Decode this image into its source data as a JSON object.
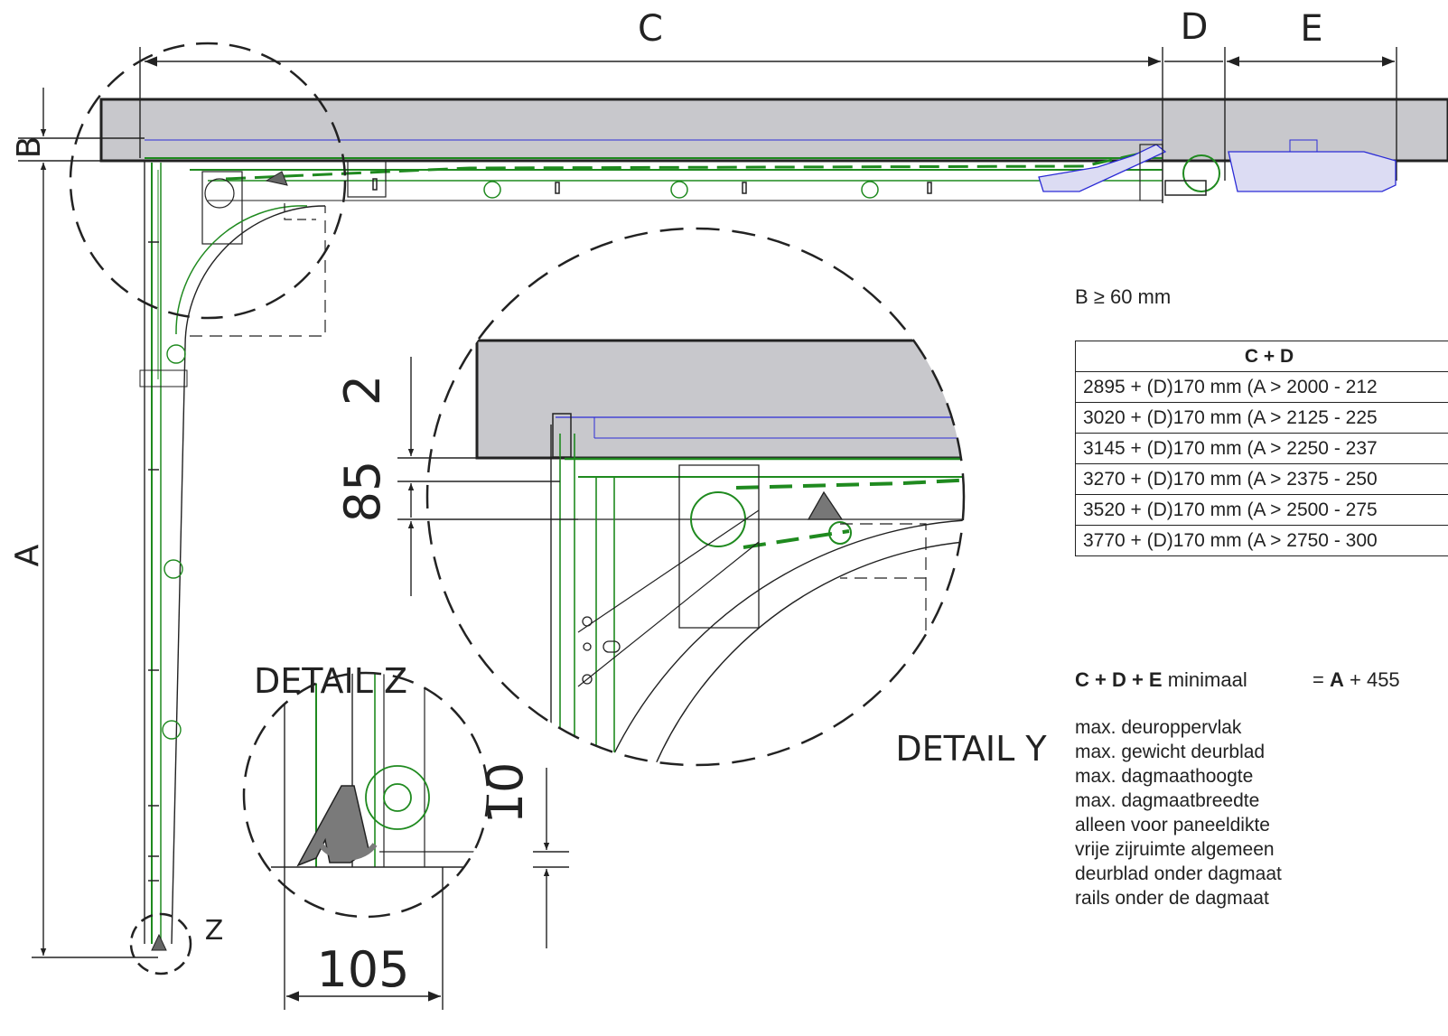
{
  "dimension_labels": {
    "a": "A",
    "b": "B",
    "c": "C",
    "d": "D",
    "e": "E",
    "z": "Z",
    "detail_y_2": "2",
    "detail_y_85": "85",
    "detail_z_10": "10",
    "detail_z_105": "105"
  },
  "detail_titles": {
    "detail_z": "DETAIL Z",
    "detail_y": "DETAIL Y"
  },
  "b_note": "B ≥  60 mm",
  "cd_table": {
    "header": "C + D",
    "rows": [
      "2895 + (D)170  mm (A > 2000 - 212",
      "3020 + (D)170  mm (A > 2125 - 225",
      "3145 + (D)170  mm (A > 2250 - 237",
      "3270 + (D)170  mm (A > 2375 - 250",
      "3520 + (D)170  mm (A > 2500 - 275",
      "3770 + (D)170  mm (A > 2750 - 300"
    ]
  },
  "minimum_line": {
    "bold_label": "C + D + E",
    "label": "minimaal",
    "eq": "=",
    "bold_value": "A",
    "value": "+ 455"
  },
  "spec_items": [
    "max. deuroppervlak",
    "max. gewicht deurblad",
    "max. dagmaathoogte",
    "max. dagmaatbreedte",
    "alleen voor paneeldikte",
    "vrije zijruimte algemeen",
    "deurblad onder dagmaat",
    "rails onder de dagmaat"
  ],
  "colors": {
    "track_green": "#1f8a1f",
    "opener_blue": "#2b2bd6",
    "lintel_grey": "#c8c8cc",
    "line_dark": "#222222"
  }
}
